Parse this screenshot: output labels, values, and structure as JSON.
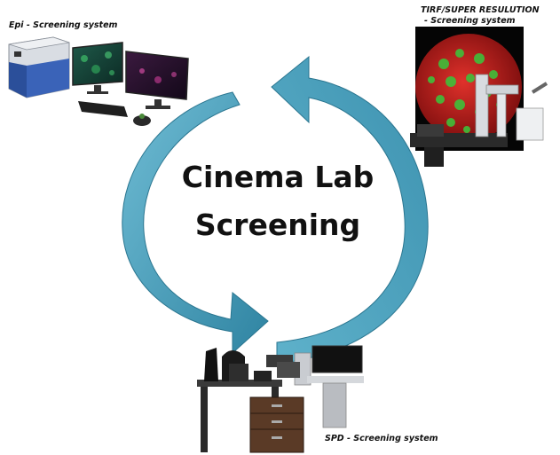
{
  "diagram": {
    "title_line1": "Cinema Lab",
    "title_line2": "Screening",
    "cycle_color": "#4fa3bf",
    "cycle_dark": "#2f7f9b",
    "systems": [
      {
        "label": "Epi - Screening system",
        "device": "widefield-imager-with-monitors"
      },
      {
        "label_line1": "TIRF/SUPER RESULUTION",
        "label_line2": "- Screening system",
        "device": "tirf-microscope-with-cell-image"
      },
      {
        "label": "SPD - Screening system",
        "device": "spinning-disk-rig-on-cart"
      }
    ]
  }
}
